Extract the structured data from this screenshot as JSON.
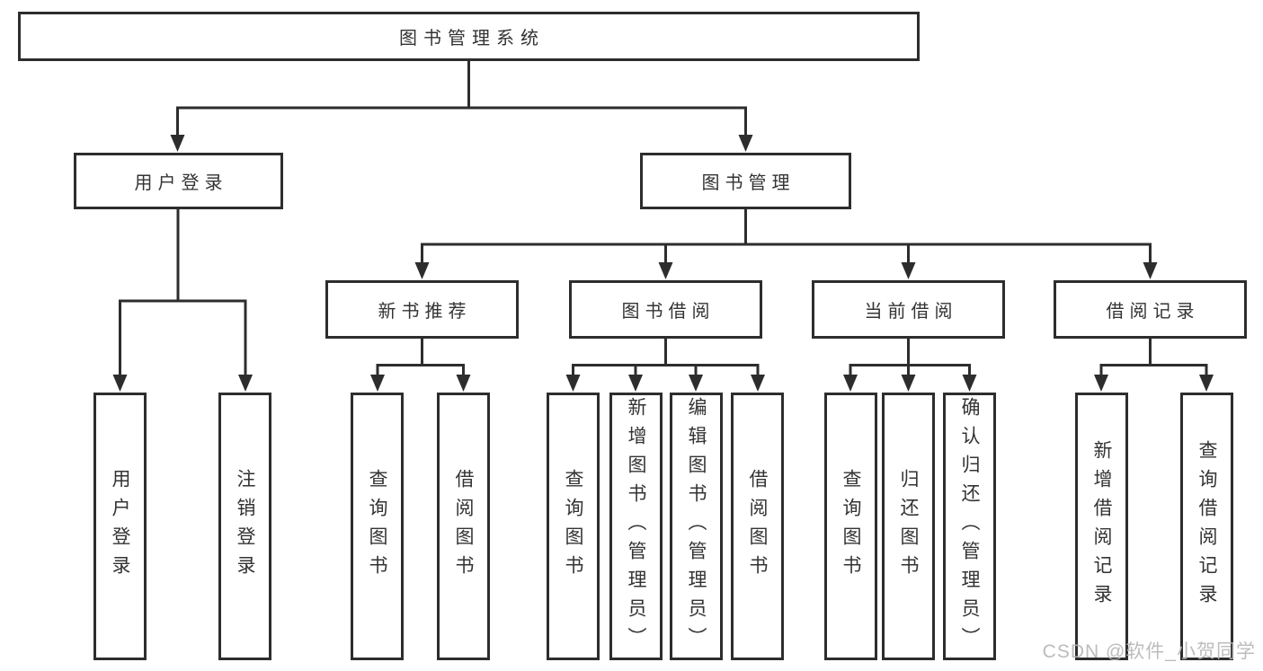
{
  "diagram": {
    "title": "图书管理系统",
    "watermark": "CSDN @软件_小贺同学",
    "colors": {
      "line": "#2d2d2d",
      "text": "#333333",
      "background": "#ffffff",
      "watermark": "#b5b5b5"
    },
    "nodes": {
      "root": "图书管理系统",
      "user_login": "用户登录",
      "book_mgmt": "图书管理",
      "new_book_rec": "新书推荐",
      "book_borrow": "图书借阅",
      "current_borrow": "当前借阅",
      "borrow_records": "借阅记录",
      "leaf_user_login": "用户登录",
      "leaf_logout": "注销登录",
      "leaf_nbr_query": "查询图书",
      "leaf_nbr_borrow": "借阅图书",
      "leaf_bb_query": "查询图书",
      "leaf_bb_add": "新增图书（管理员）",
      "leaf_bb_edit": "编辑图书（管理员）",
      "leaf_bb_borrow": "借阅图书",
      "leaf_cb_query": "查询图书",
      "leaf_cb_return": "归还图书",
      "leaf_cb_confirm": "确认归还（管理员）",
      "leaf_br_add": "新增借阅记录",
      "leaf_br_query": "查询借阅记录"
    }
  }
}
